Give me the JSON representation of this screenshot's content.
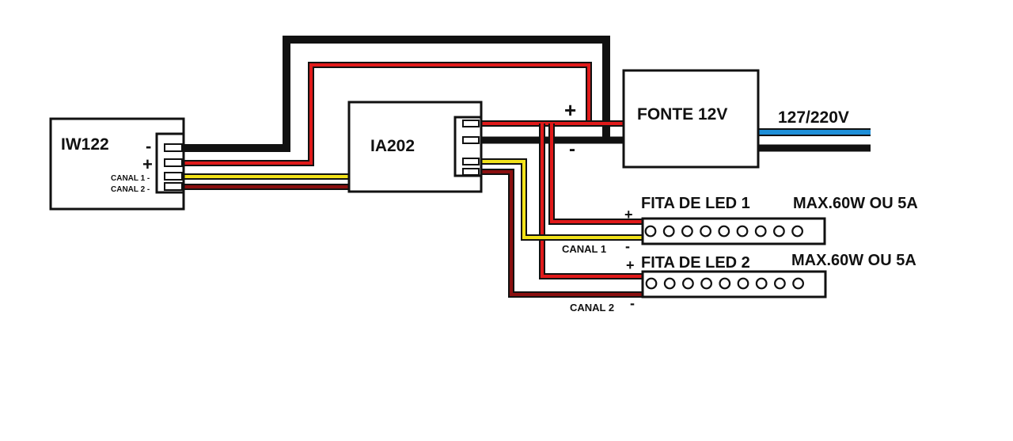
{
  "modules": {
    "iw122": {
      "title": "IW122",
      "minus": "-",
      "plus": "+",
      "canal1": "CANAL 1 -",
      "canal2": "CANAL 2 -"
    },
    "ia202": {
      "title": "IA202"
    },
    "fonte": {
      "title": "FONTE 12V",
      "plus": "+",
      "minus": "-",
      "mains_label": "127/220V"
    }
  },
  "led_strips": [
    {
      "title": "FITA DE LED 1",
      "rating": "MAX.60W OU 5A",
      "plus": "+",
      "minus": "-",
      "channel": "CANAL 1",
      "led_count": 9
    },
    {
      "title": "FITA DE LED 2",
      "rating": "MAX.60W OU 5A",
      "plus": "+",
      "minus": "-",
      "channel": "CANAL 2",
      "led_count": 9
    }
  ],
  "colors": {
    "black_wire": "#111111",
    "red_wire": "#e01a1a",
    "dark_red_wire": "#8a0f0f",
    "yellow_wire": "#f2e21a",
    "blue_wire": "#1e8fd8"
  }
}
